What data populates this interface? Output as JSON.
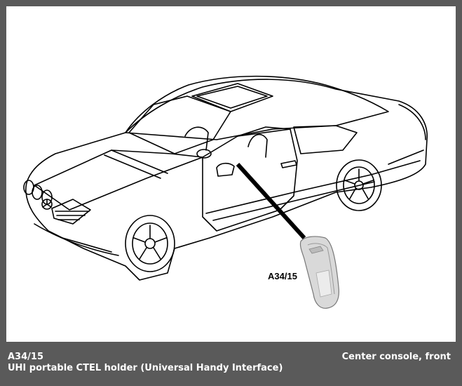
{
  "diagram": {
    "callout_label": "A34/15"
  },
  "footer": {
    "component_code": "A34/15",
    "component_description": "UHI portable CTEL holder (Universal Handy Interface)",
    "location": "Center console, front"
  },
  "colors": {
    "frame": "#5a5a5a",
    "panel": "#ffffff",
    "linework": "#000000",
    "footer_text": "#ffffff"
  }
}
